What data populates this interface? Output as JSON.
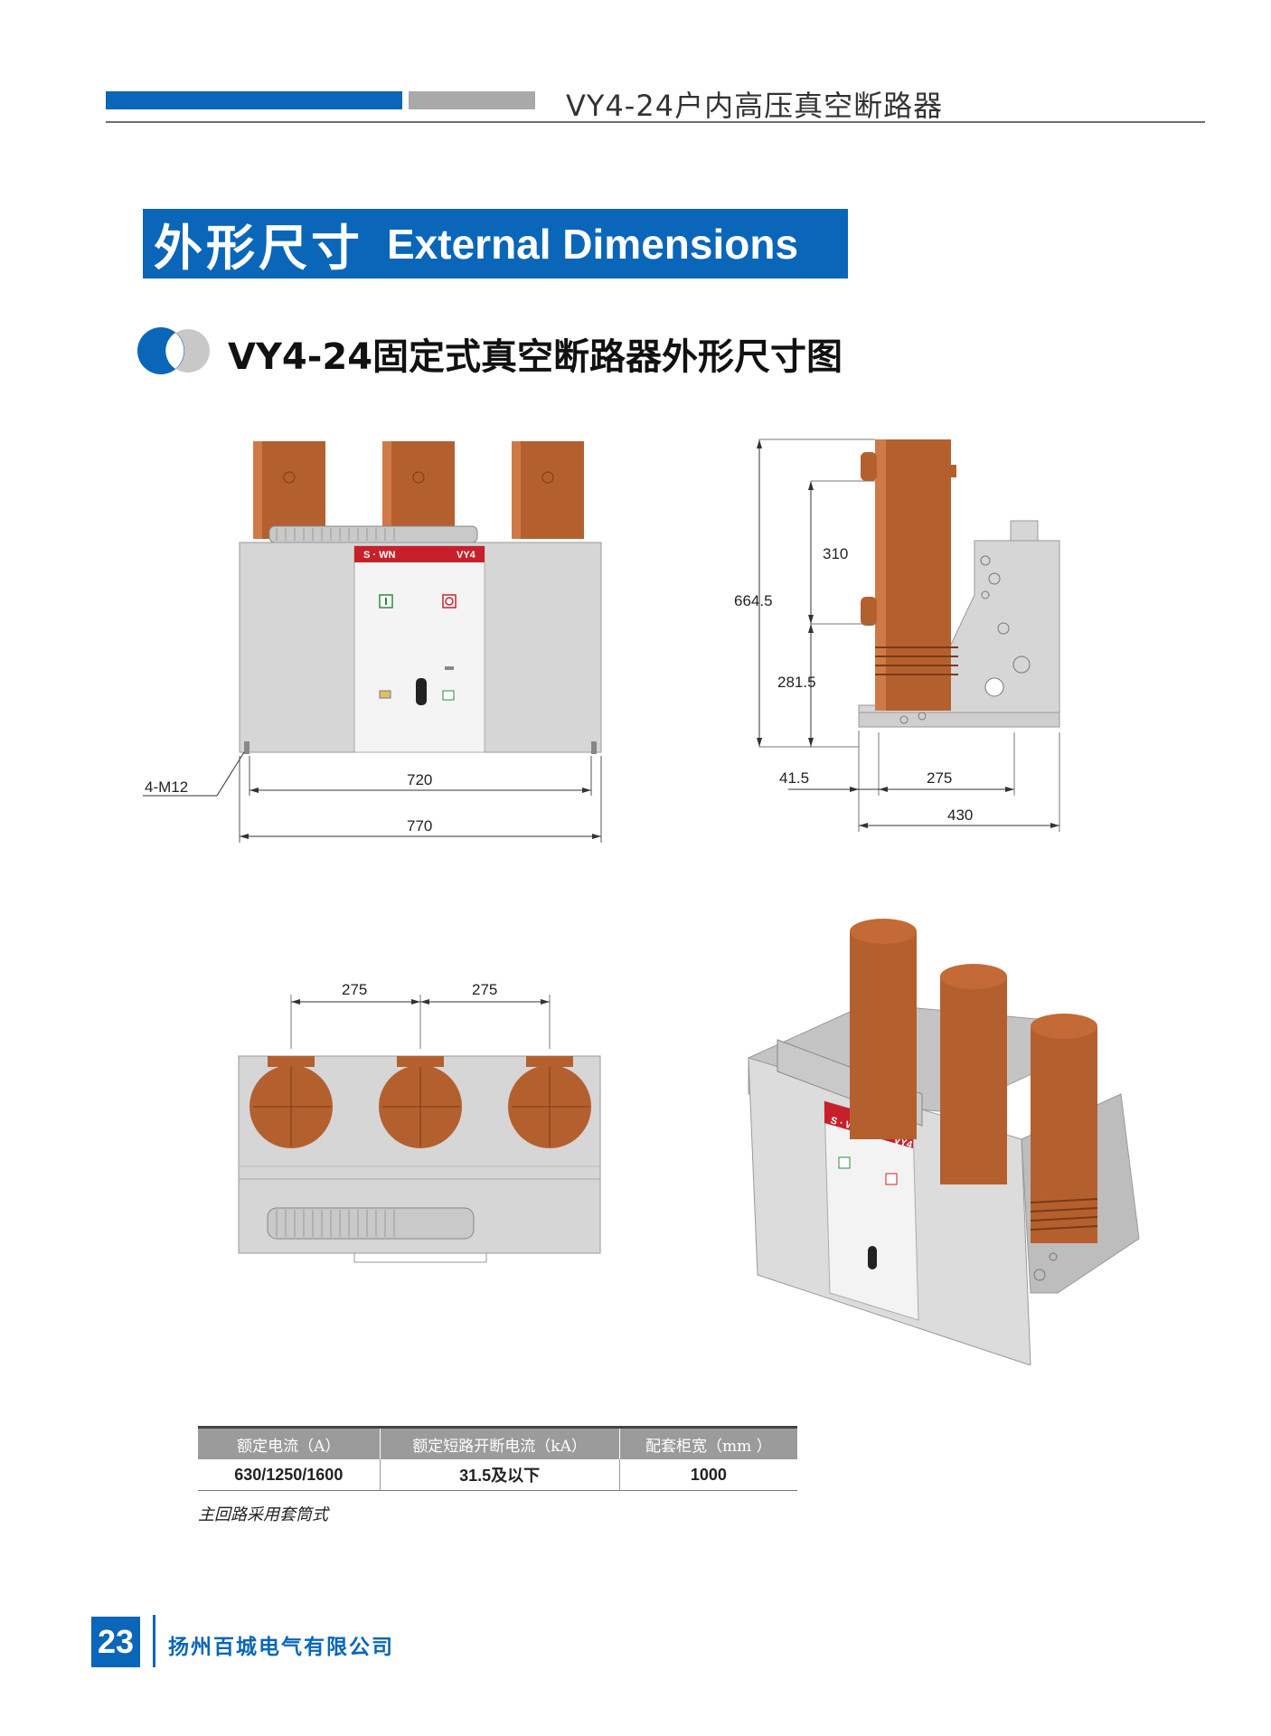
{
  "header": {
    "title": "VY4-24户内高压真空断路器"
  },
  "banner": {
    "title_cn": "外形尺寸",
    "title_en": "External Dimensions"
  },
  "subtitle": "VY4-24固定式真空断路器外形尺寸图",
  "front_view": {
    "panel_brand": "S · WN",
    "panel_model": "VY4",
    "bolt_label": "4-M12",
    "dim_inner": "720",
    "dim_outer": "770"
  },
  "side_view": {
    "dim_total_height": "664.5",
    "dim_upper": "310",
    "dim_lower": "281.5",
    "dim_offset": "41.5",
    "dim_base": "275",
    "dim_depth": "430"
  },
  "top_view": {
    "pitch_1": "275",
    "pitch_2": "275"
  },
  "iso_view": {
    "panel_brand": "S · WN",
    "panel_model": "VY4"
  },
  "table": {
    "headers": [
      "额定电流（A）",
      "额定短路开断电流（kA）",
      "配套柜宽（mm ）"
    ],
    "rows": [
      [
        "630/1250/1600",
        "31.5及以下",
        "1000"
      ]
    ]
  },
  "note": "主回路采用套筒式",
  "footer": {
    "page": "23",
    "company": "扬州百城电气有限公司"
  },
  "colors": {
    "brand_blue": "#0a66b8",
    "copper": "#b4602e",
    "panel_red": "#c8202a",
    "steel": "#d4d4d4"
  }
}
